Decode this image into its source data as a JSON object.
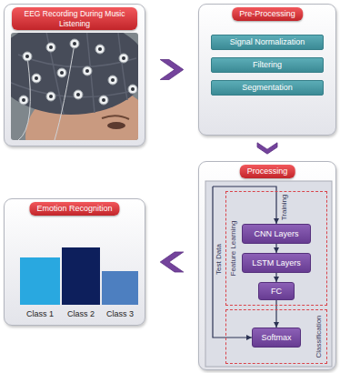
{
  "diagram": {
    "nodes": [
      {
        "text": [
          "EEG Recording During Music Listening"
        ]
      },
      {
        "text": [
          "Pre-Processing"
        ]
      },
      {
        "text": [
          "Signal Normalization"
        ],
        "in": 1
      },
      {
        "text": [
          "Filtering"
        ],
        "in": 1
      },
      {
        "text": [
          "Segmentation"
        ],
        "in": 1
      },
      {
        "text": [
          "Processing"
        ]
      },
      {
        "text": [
          "Feature Learning"
        ],
        "in": 5
      },
      {
        "text": [
          "CNN Layers"
        ],
        "in": 6
      },
      {
        "text": [
          "LSTM Layers"
        ],
        "in": 6
      },
      {
        "text": [
          "FC"
        ],
        "in": 6
      },
      {
        "text": [
          "Classification"
        ],
        "in": 5
      },
      {
        "text": [
          "Softmax"
        ],
        "in": 10
      },
      {
        "text": [
          "Emotion Recognition"
        ]
      }
    ],
    "edges": [
      {
        "from": 0,
        "to": 1,
        "arrow": "to"
      },
      {
        "from": 1,
        "to": 5,
        "arrow": "to"
      },
      {
        "from": 5,
        "to": 12,
        "arrow": "to"
      },
      {
        "from": 7,
        "to": 8,
        "arrow": "to"
      },
      {
        "from": 8,
        "to": 9,
        "arrow": "to"
      },
      {
        "from": 9,
        "to": 11,
        "arrow": "to"
      }
    ],
    "labels": [
      "Training",
      "Test Data",
      "Class 1",
      "Class 2",
      "Class 3"
    ]
  }
}
